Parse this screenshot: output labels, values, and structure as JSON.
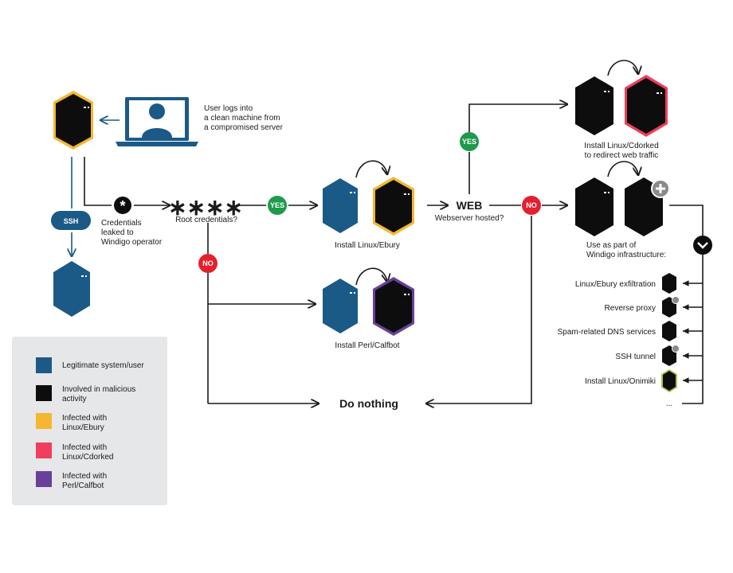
{
  "colors": {
    "legitimate": "#1b5a86",
    "malicious": "#0d0d0d",
    "ebury": "#f5b731",
    "cdorked": "#ef3f5c",
    "calfbot": "#6a3f9a",
    "yes": "#1f9a4c",
    "no": "#e4202f",
    "line": "#1a1a1a",
    "legend_bg": "#e6e7e8"
  },
  "labels": {
    "user_logs": [
      "User logs into",
      "a clean machine from",
      "a compromised server"
    ],
    "ssh": "SSH",
    "credentials": [
      "Credentials",
      "leaked to",
      "Windigo operator"
    ],
    "stars": "∗∗∗∗",
    "root_q": "Root credentials?",
    "yes": "YES",
    "no": "NO",
    "install_ebury": "Install Linux/Ebury",
    "install_calfbot": "Install Perl/Calfbot",
    "web": "WEB",
    "webserver_q": "Webserver hosted?",
    "install_cdorked": [
      "Install Linux/Cdorked",
      "to redirect web traffic"
    ],
    "use_as_part": [
      "Use as part of",
      "Windigo infrastructure:"
    ],
    "do_nothing": "Do nothing",
    "ellipsis": "..."
  },
  "infrastructure": [
    {
      "label": "Linux/Ebury exfiltration",
      "icon": "server-plain"
    },
    {
      "label": "Reverse proxy",
      "icon": "server-plus"
    },
    {
      "label": "Spam-related DNS services",
      "icon": "server-plain"
    },
    {
      "label": "SSH tunnel",
      "icon": "server-plus"
    },
    {
      "label": "Install Linux/Onimiki",
      "icon": "server-green"
    }
  ],
  "legend": [
    {
      "label": [
        "Legitimate system/user"
      ],
      "color": "#1b5a86"
    },
    {
      "label": [
        "Involved in malicious",
        "activity"
      ],
      "color": "#0d0d0d"
    },
    {
      "label": [
        "Infected with",
        "Linux/Ebury"
      ],
      "color": "#f5b731"
    },
    {
      "label": [
        "Infected with",
        "Linux/Cdorked"
      ],
      "color": "#ef3f5c"
    },
    {
      "label": [
        "Infected with",
        "Perl/Calfbot"
      ],
      "color": "#6a3f9a"
    }
  ]
}
